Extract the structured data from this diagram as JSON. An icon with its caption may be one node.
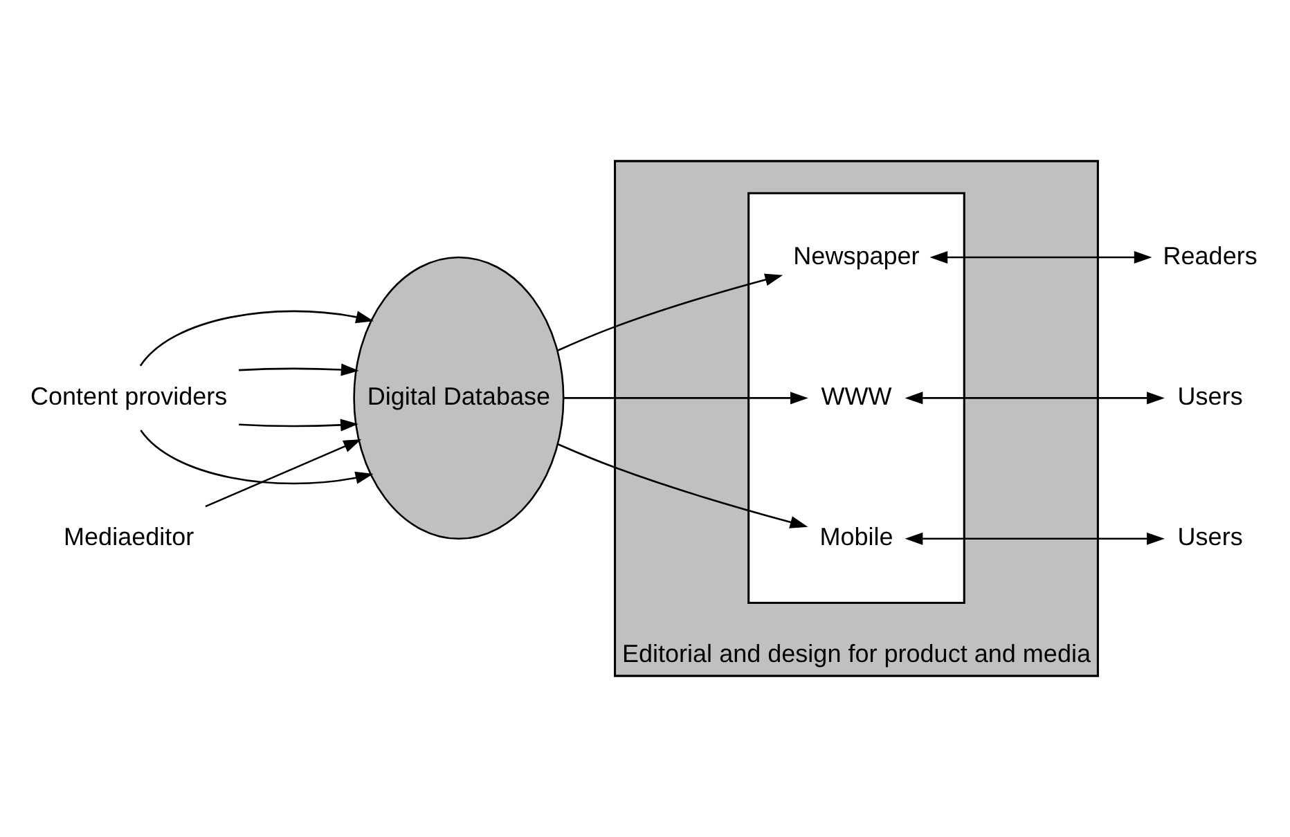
{
  "diagram": {
    "nodes": [
      {
        "text": [
          "Content providers"
        ]
      },
      {
        "text": [
          "Digital Database"
        ]
      },
      {
        "text": [
          "Editorial and design for product and media"
        ]
      },
      {
        "text": [],
        "shape": "box",
        "in": 2
      },
      {
        "text": [
          "Newspaper"
        ],
        "in": 3
      },
      {
        "text": [
          "WWW"
        ],
        "in": 3
      },
      {
        "text": [
          "Mobile"
        ],
        "in": 3
      },
      {
        "text": [
          "Readers"
        ]
      },
      {
        "text": [
          "Users"
        ]
      },
      {
        "text": [
          "Users"
        ]
      },
      {
        "text": [
          "Mediaeditor"
        ]
      }
    ],
    "edges": [
      {
        "from": 0,
        "to": 1,
        "arrow": "to"
      },
      {
        "from": 0,
        "to": 1,
        "arrow": "to"
      },
      {
        "from": 0,
        "to": 1,
        "arrow": "to"
      },
      {
        "from": 0,
        "to": 1,
        "arrow": "to"
      },
      {
        "from": 10,
        "to": 1,
        "arrow": "to"
      },
      {
        "from": 1,
        "to": 4,
        "arrow": "to"
      },
      {
        "from": 1,
        "to": 5,
        "arrow": "to"
      },
      {
        "from": 1,
        "to": 6,
        "arrow": "to"
      },
      {
        "from": 4,
        "to": 7,
        "arrow": "both"
      },
      {
        "from": 5,
        "to": 8,
        "arrow": "both"
      },
      {
        "from": 6,
        "to": 9,
        "arrow": "both"
      }
    ]
  }
}
